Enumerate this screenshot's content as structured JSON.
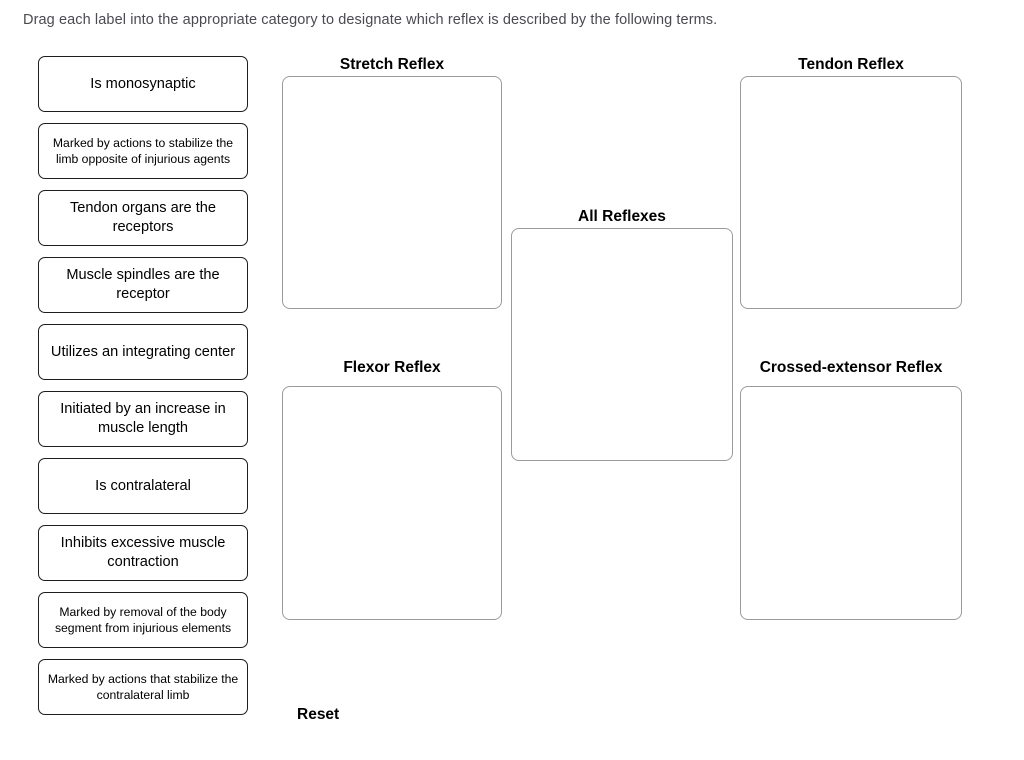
{
  "instruction": "Drag each label into the appropriate category to designate which reflex is described by the following terms.",
  "colors": {
    "label_border": "#1d1d1d",
    "dropzone_border": "#9b9b9b",
    "instruction_text": "#4a4a52",
    "heading_text": "#000000",
    "background": "#ffffff"
  },
  "label_bank": {
    "items": [
      {
        "id": "is-monosynaptic",
        "text": "Is monosynaptic",
        "lines": 1
      },
      {
        "id": "stabilize-limb-opposite",
        "text": "Marked by actions to stabilize the limb opposite of injurious agents",
        "lines": 3
      },
      {
        "id": "tendon-organs-receptors",
        "text": "Tendon organs are the receptors",
        "lines": 2
      },
      {
        "id": "muscle-spindles-receptor",
        "text": "Muscle spindles are the receptor",
        "lines": 2
      },
      {
        "id": "integrating-center",
        "text": "Utilizes an integrating center",
        "lines": 2
      },
      {
        "id": "increase-muscle-length",
        "text": "Initiated by an increase in muscle length",
        "lines": 2
      },
      {
        "id": "is-contralateral",
        "text": "Is contralateral",
        "lines": 1
      },
      {
        "id": "inhibits-contraction",
        "text": "Inhibits excessive muscle contraction",
        "lines": 2
      },
      {
        "id": "removal-body-segment",
        "text": "Marked by removal of the body segment from injurious elements",
        "lines": 3
      },
      {
        "id": "stabilize-contralateral",
        "text": "Marked by actions that stabilize the contralateral limb",
        "lines": 3
      }
    ]
  },
  "categories": [
    {
      "id": "stretch",
      "title": "Stretch Reflex",
      "dropped_labels": []
    },
    {
      "id": "tendon",
      "title": "Tendon Reflex",
      "dropped_labels": []
    },
    {
      "id": "all",
      "title": "All Reflexes",
      "dropped_labels": []
    },
    {
      "id": "flexor",
      "title": "Flexor Reflex",
      "dropped_labels": []
    },
    {
      "id": "crossed",
      "title": "Crossed-extensor Reflex",
      "dropped_labels": []
    }
  ],
  "controls": {
    "reset_label": "Reset"
  }
}
